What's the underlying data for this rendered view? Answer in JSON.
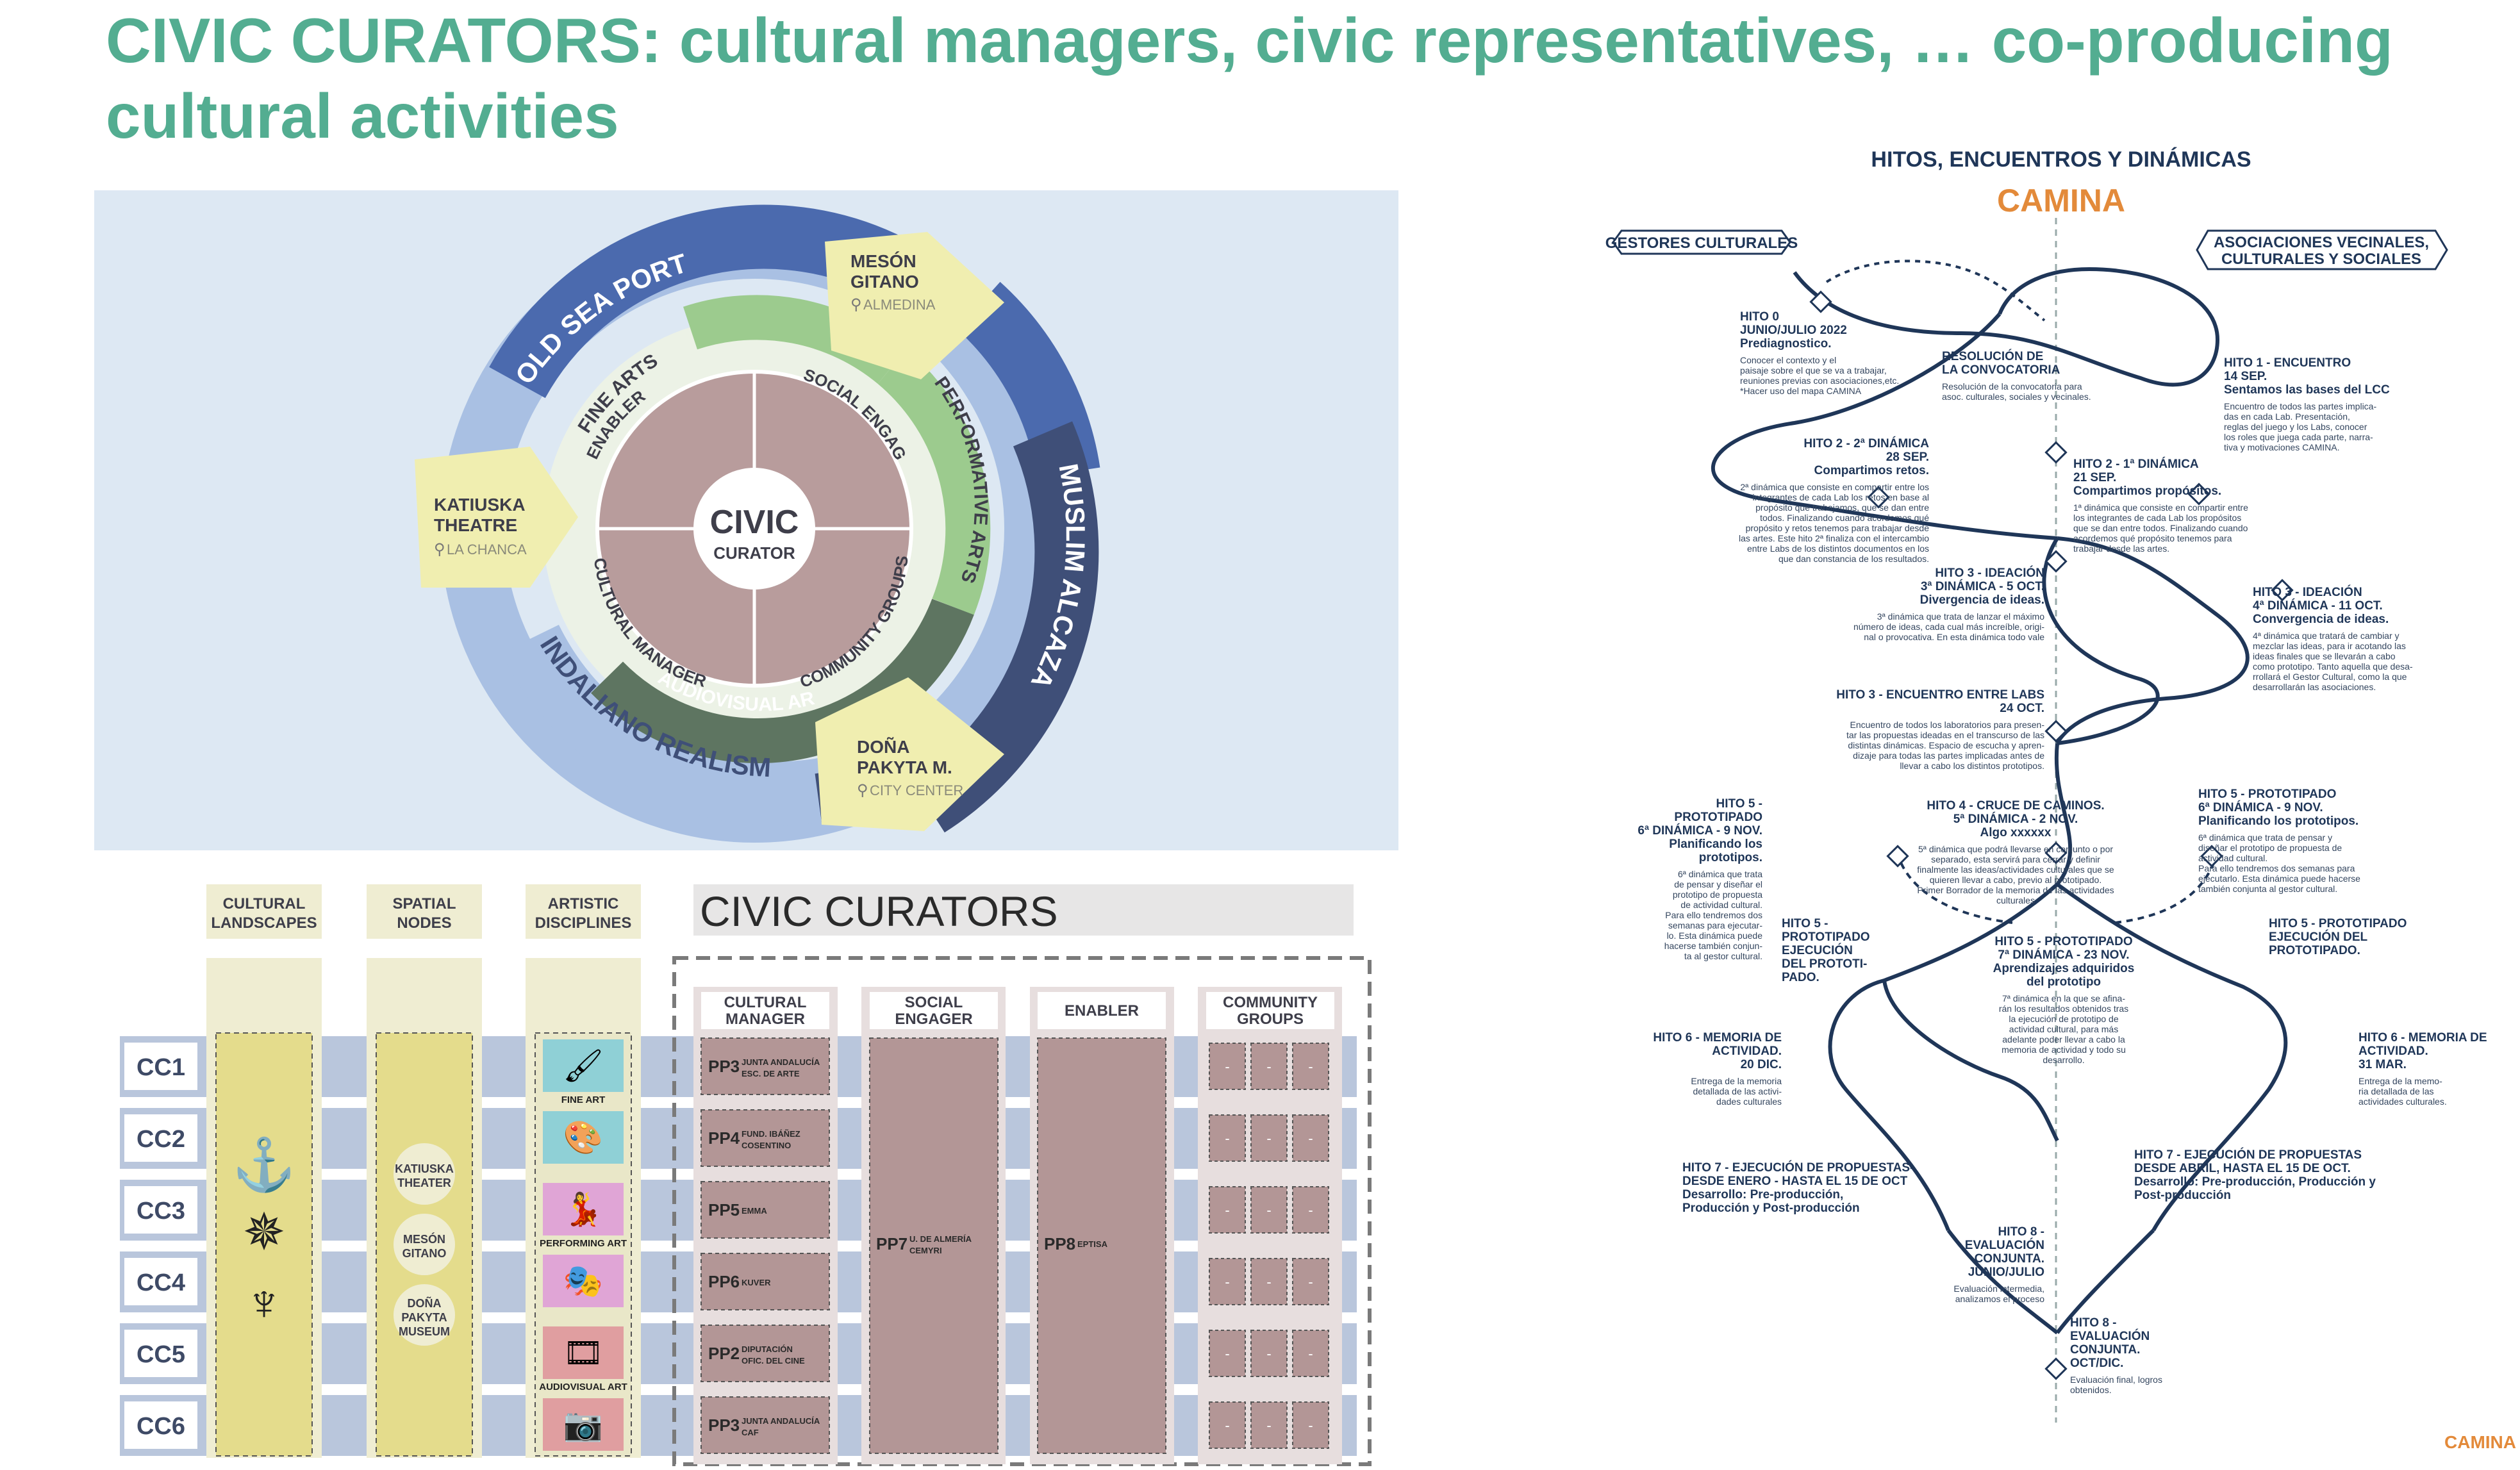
{
  "title": "CIVIC CURATORS: cultural managers, civic representatives, … co-producing cultural activities",
  "wheel": {
    "center_line1": "CIVIC",
    "center_line2": "CURATOR",
    "outer_ring": [
      "OLD SEA PORT",
      "MUSLIM ALCAZABA",
      "INDALIANO REALISM"
    ],
    "disciplines": [
      "FINE ARTS",
      "PERFORMATIVE ARTS",
      "AUDIOVISUAL ARTS"
    ],
    "roles": [
      "ENABLER",
      "SOCIAL ENGAGER",
      "COMMUNITY GROUPS",
      "CULTURAL MANAGER"
    ],
    "places": [
      {
        "name1": "MESÓN",
        "name2": "GITANO",
        "area": "ALMEDINA"
      },
      {
        "name1": "KATIUSKA",
        "name2": "THEATRE",
        "area": "LA CHANCA"
      },
      {
        "name1": "DOÑA",
        "name2": "PAKYTA M.",
        "area": "CITY CENTER"
      }
    ],
    "colors": {
      "bg": "#dde8f3",
      "blue": "#4b6aae",
      "navy": "#3f4f78",
      "lightblue": "#a9c0e3",
      "green": "#9ccb8e",
      "darkgreen": "#5e7561",
      "mauve": "#b89c9c",
      "yellow": "#f0eeb0",
      "cream": "#ecf2e6"
    }
  },
  "grid": {
    "headers": [
      {
        "line1": "CULTURAL",
        "line2": "LANDSCAPES"
      },
      {
        "line1": "SPATIAL",
        "line2": "NODES"
      },
      {
        "line1": "ARTISTIC",
        "line2": "DISCIPLINES"
      }
    ],
    "civic_title": "CIVIC CURATORS",
    "role_headers": [
      {
        "line1": "CULTURAL",
        "line2": "MANAGER"
      },
      {
        "line1": "SOCIAL",
        "line2": "ENGAGER"
      },
      {
        "line1": "ENABLER",
        "line2": ""
      },
      {
        "line1": "COMMUNITY",
        "line2": "GROUPS"
      }
    ],
    "rows": [
      "CC1",
      "CC2",
      "CC3",
      "CC4",
      "CC5",
      "CC6"
    ],
    "landscape_icons": [
      "anchor-icon",
      "moorish-star-icon",
      "indalo-icon"
    ],
    "nodes": [
      {
        "line1": "KATIUSKA",
        "line2": "THEATER",
        "line3": ""
      },
      {
        "line1": "MESÓN",
        "line2": "GITANO",
        "line3": ""
      },
      {
        "line1": "DOÑA",
        "line2": "PAKYTA",
        "line3": "MUSEUM"
      }
    ],
    "discipline_labels": [
      "FINE ART",
      "PERFORMING ART",
      "AUDIOVISUAL ART"
    ],
    "discipline_icons": [
      "brushes-icon",
      "palette-icon",
      "dancer-icon",
      "masks-icon",
      "film-reel-icon",
      "camera-icon"
    ],
    "managers": [
      {
        "code": "PP3",
        "l1": "JUNTA ANDALUCÍA",
        "l2": "ESC. DE ARTE"
      },
      {
        "code": "PP4",
        "l1": "FUND. IBÁÑEZ",
        "l2": "COSENTINO"
      },
      {
        "code": "PP5",
        "l1": "EMMA",
        "l2": ""
      },
      {
        "code": "PP6",
        "l1": "KUVER",
        "l2": ""
      },
      {
        "code": "PP2",
        "l1": "DIPUTACIÓN",
        "l2": "OFIC. DEL CINE"
      },
      {
        "code": "PP3",
        "l1": "JUNTA ANDALUCÍA",
        "l2": "CAF"
      }
    ],
    "engager": {
      "code": "PP7",
      "l1": "U. DE ALMERÍA",
      "l2": "CEMYRI"
    },
    "enabler": {
      "code": "PP8",
      "l1": "EPTISA",
      "l2": ""
    },
    "dash": "-"
  },
  "timeline": {
    "title": "HITOS, ENCUENTROS Y DINÁMICAS",
    "logo": "CAMINA",
    "left_tag": "GESTORES CULTURALES",
    "right_tag1": "ASOCIACIONES VECINALES,",
    "right_tag2": "CULTURALES Y SOCIALES",
    "items": [
      {
        "side": "left",
        "lines": [
          "HITO 0",
          "JUNIO/JULIO 2022",
          "Prediagnostico."
        ],
        "body": [
          "Conocer el contexto y el",
          "paisaje sobre el que se va a trabajar,",
          "reuniones previas con asociaciones,etc.",
          "*Hacer uso del mapa CAMINA"
        ]
      },
      {
        "side": "center",
        "lines": [
          "RESOLUCIÓN DE",
          "LA CONVOCATORIA"
        ],
        "body": [
          "Resolución de la convocatoria para",
          "asoc. culturales, sociales y vecinales."
        ]
      },
      {
        "side": "right",
        "lines": [
          "HITO 1 - ENCUENTRO",
          "14 SEP.",
          "Sentamos las bases del LCC"
        ],
        "body": [
          "Encuentro de todos las partes implica-",
          "das en cada Lab. Presentación,",
          "reglas del juego y los Labs, conocer",
          "los roles que juega cada parte, narra-",
          "tiva y motivaciones CAMINA."
        ]
      },
      {
        "side": "left",
        "lines": [
          "HITO 2 - 2ª DINÁMICA",
          "28 SEP.",
          "Compartimos retos."
        ],
        "body": [
          "2ª dinámica que consiste en compartir entre los",
          "integrantes de cada Lab los retos en base al",
          "propósito que trabajamos, que se dan entre",
          "todos. Finalizando cuando acordemos qué",
          "propósito y retos tenemos para trabajar desde",
          "las artes. Este hito 2ª finaliza con el intercambio",
          "entre Labs de los distintos documentos en los",
          "que dan constancia de los resultados."
        ]
      },
      {
        "side": "right",
        "lines": [
          "HITO 2 - 1ª DINÁMICA",
          "21 SEP.",
          "Compartimos propósitos."
        ],
        "body": [
          "1ª dinámica que consiste en compartir entre",
          "los integrantes de cada Lab los propósitos",
          "que se dan entre todos. Finalizando cuando",
          "acordemos qué propósito tenemos para",
          "trabajar desde las artes."
        ]
      },
      {
        "side": "left",
        "lines": [
          "HITO 3 - IDEACIÓN",
          "3ª DINÁMICA - 5 OCT.",
          "Divergencia de ideas."
        ],
        "body": [
          "3ª dinámica que trata de lanzar el máximo",
          "número de ideas, cada cual más increíble, origi-",
          "nal o provocativa. En esta dinámica todo vale"
        ]
      },
      {
        "side": "right",
        "lines": [
          "HITO 3 - IDEACIÓN",
          "4ª DINÁMICA - 11 OCT.",
          "Convergencia de ideas."
        ],
        "body": [
          "4ª dinámica que tratará de cambiar y",
          "mezclar las ideas, para ir acotando las",
          "ideas finales que se llevarán a cabo",
          "como prototipo. Tanto aquella que desa-",
          "rrollará el Gestor Cultural, como la que",
          "desarrollarán las asociaciones."
        ]
      },
      {
        "side": "left",
        "lines": [
          "HITO 3 - ENCUENTRO ENTRE LABS",
          "24 OCT."
        ],
        "body": [
          "Encuentro de todos los laboratorios para presen-",
          "tar las propuestas ideadas en el transcurso de las",
          "distintas dinámicas. Espacio de escucha y apren-",
          "dizaje para todas las partes implicadas antes de",
          "llevar a cabo los distintos prototipos."
        ]
      },
      {
        "side": "left",
        "lines": [
          "HITO 5 -",
          "PROTOTIPADO",
          "6ª DINÁMICA - 9 NOV.",
          "Planificando los",
          "prototipos."
        ],
        "body": [
          "6ª dinámica que trata",
          "de pensar y diseñar el",
          "prototipo de propuesta",
          "de actividad cultural.",
          "Para ello tendremos dos",
          "semanas para ejecutar-",
          "lo. Esta dinámica puede",
          "hacerse también conjun-",
          "ta al gestor cultural."
        ]
      },
      {
        "side": "center",
        "lines": [
          "HITO 4 - CRUCE DE CAMINOS.",
          "5ª DINÁMICA - 2 NOV.",
          "Algo xxxxxx"
        ],
        "body": [
          "5ª dinámica que podrá llevarse en conjunto o por",
          "separado, esta servirá para cerrar y definir",
          "finalmente las ideas/actividades culturales que se",
          "quieren llevar a cabo, previo al prototipado.",
          "Primer Borrador de la memoria de las actividades",
          "culturales"
        ]
      },
      {
        "side": "right",
        "lines": [
          "HITO 5 - PROTOTIPADO",
          "6ª DINÁMICA - 9 NOV.",
          "Planificando los prototipos."
        ],
        "body": [
          "6ª dinámica que trata de pensar y",
          "diseñar el prototipo de propuesta de",
          "actividad cultural.",
          "Para ello tendremos dos semanas para",
          "ejecutarlo. Esta dinámica puede hacerse",
          "también conjunta al gestor cultural."
        ]
      },
      {
        "side": "left",
        "lines": [
          "HITO 5 -",
          "PROTOTIPADO",
          "EJECUCIÓN",
          "DEL PROTOTI-",
          "PADO."
        ],
        "body": []
      },
      {
        "side": "center",
        "lines": [
          "HITO 5 - PROTOTIPADO",
          "7ª DINÁMICA - 23 NOV.",
          "Aprendizajes adquiridos",
          "del prototipo"
        ],
        "body": [
          "7ª dinámica en la que se afina-",
          "rán los resultados obtenidos tras",
          "la ejecución de prototipo de",
          "actividad cultural, para más",
          "adelante poder llevar a cabo la",
          "memoria de actividad y todo su",
          "desarrollo."
        ]
      },
      {
        "side": "right",
        "lines": [
          "HITO 5 - PROTOTIPADO",
          "EJECUCIÓN DEL",
          "PROTOTIPADO."
        ],
        "body": []
      },
      {
        "side": "left",
        "lines": [
          "HITO 6 - MEMORIA DE",
          "ACTIVIDAD.",
          "20 DIC."
        ],
        "body": [
          "Entrega de la memoria",
          "detallada de las activi-",
          "dades culturales"
        ]
      },
      {
        "side": "right",
        "lines": [
          "HITO 6 - MEMORIA DE",
          "ACTIVIDAD.",
          "31 MAR."
        ],
        "body": [
          "Entrega de la memo-",
          "ria detallada de las",
          "actividades culturales."
        ]
      },
      {
        "side": "left",
        "lines": [
          "HITO 7 - EJECUCIÓN DE PROPUESTAS-",
          "DESDE ENERO - HASTA EL 15 DE OCT",
          "Desarrollo: Pre-producción,",
          "Producción y Post-producción"
        ],
        "body": []
      },
      {
        "side": "right",
        "lines": [
          "HITO 7 - EJECUCIÓN DE PROPUESTAS",
          "DESDE ABRIL, HASTA EL 15 DE OCT.",
          "Desarrollo: Pre-producción, Producción y",
          "Post-producción"
        ],
        "body": []
      },
      {
        "side": "center",
        "lines": [
          "HITO 8 -",
          "EVALUACIÓN",
          "CONJUNTA.",
          "JUNIO/JULIO"
        ],
        "body": [
          "Evaluación intermedia,",
          "analizamos el proceso"
        ]
      },
      {
        "side": "center",
        "lines": [
          "HITO 8 -",
          "EVALUACIÓN",
          "CONJUNTA.",
          "OCT/DIC."
        ],
        "body": [
          "Evaluación final, logros",
          "obtenidos."
        ]
      }
    ],
    "footer_logo": "CAMINA"
  }
}
